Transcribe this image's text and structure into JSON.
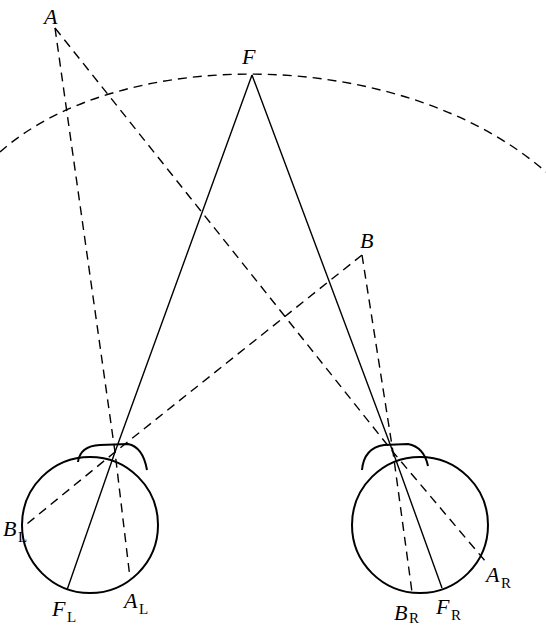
{
  "diagram": {
    "labels": [
      "A",
      "F",
      "B",
      "B",
      "L",
      "F",
      "L",
      "A",
      "L",
      "B",
      "R",
      "F",
      "R",
      "A",
      "R"
    ]
  }
}
